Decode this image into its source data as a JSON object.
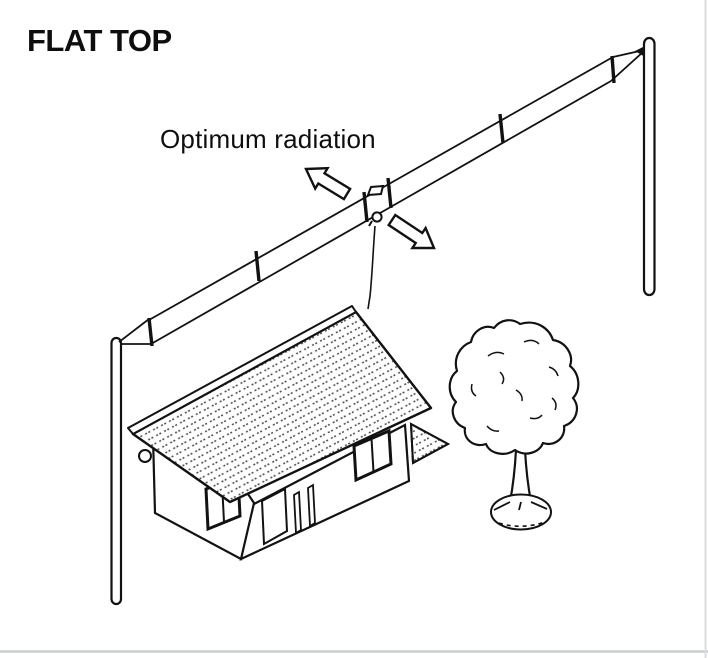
{
  "figure": {
    "title": "FLAT TOP",
    "annotation": "Optimum radiation",
    "colors": {
      "ink": "#121212",
      "background": "#ffffff",
      "scan_border": "#c9ced2"
    },
    "parts": [
      "flat-top-wire-antenna",
      "left-mast",
      "right-mast",
      "end-insulators",
      "center-insulator-feedpoint",
      "feedline-drop",
      "radiation-arrow-up-left",
      "radiation-arrow-down-right",
      "house",
      "tree"
    ]
  }
}
